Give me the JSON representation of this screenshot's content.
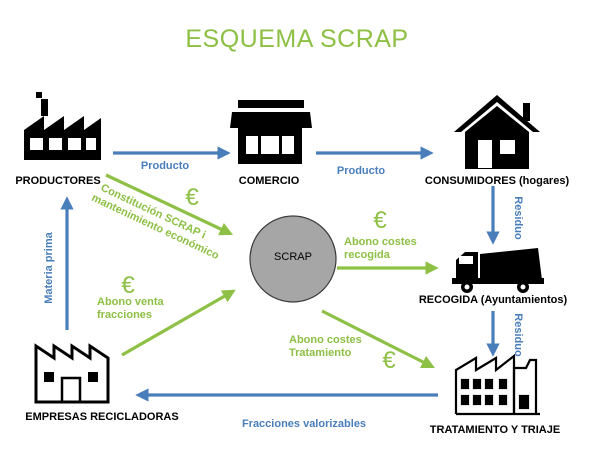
{
  "title": "ESQUEMA SCRAP",
  "colors": {
    "title": "#8DC044",
    "blue_arrow": "#4A7EBB",
    "green_arrow": "#8DC044",
    "scrap_fill": "#A6A6A6",
    "icon": "#000000"
  },
  "nodes": {
    "productores": "PRODUCTORES",
    "comercio": "COMERCIO",
    "consumidores": "CONSUMIDORES (hogares)",
    "recogida": "RECOGIDA (Ayuntamientos)",
    "tratamiento": "TRATAMIENTO  Y TRIAJE",
    "empresas": "EMPRESAS RECICLADORAS",
    "scrap": "SCRAP"
  },
  "icons": {
    "productores": "factory-icon",
    "comercio": "shop-icon",
    "consumidores": "house-icon",
    "recogida": "garbage-truck-icon",
    "tratamiento": "treatment-plant-icon",
    "empresas": "recycling-factory-icon"
  },
  "flows": {
    "producto_1": "Producto",
    "producto_2": "Producto",
    "residuo_1": "Residuo",
    "residuo_2": "Residuo",
    "fracciones": "Fracciones valorizables",
    "materia_prima": "Materia prima"
  },
  "money_flows": {
    "symbol": "€",
    "constitucion_line1": "Constitución SCRAP i",
    "constitucion_line2": "mantenimiento económico",
    "abono_recogida_line1": "Abono costes",
    "abono_recogida_line2": "recogida",
    "abono_venta_line1": "Abono venta",
    "abono_venta_line2": "fracciones",
    "abono_tratamiento_line1": "Abono costes",
    "abono_tratamiento_line2": "Tratamiento"
  }
}
